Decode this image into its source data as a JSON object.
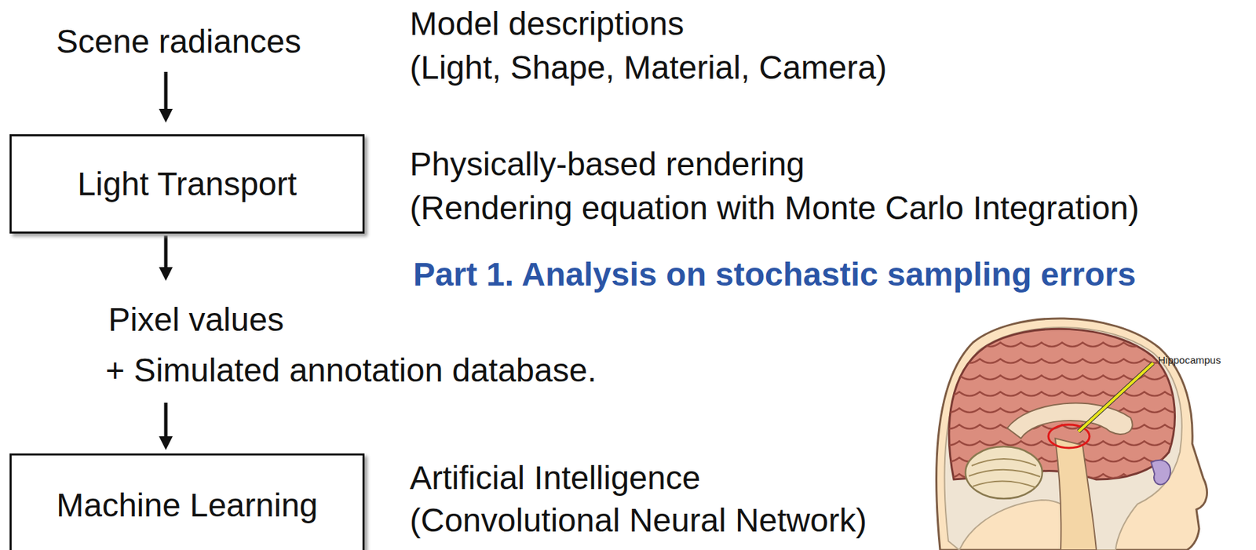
{
  "diagram": {
    "nodes": [
      {
        "text": [
          "Light Transport"
        ]
      },
      {
        "text": [
          "Machine Learning"
        ]
      }
    ],
    "labels": [
      "Scene radiances",
      "Model descriptions",
      "(Light, Shape, Material, Camera)",
      "Physically-based rendering",
      "(Rendering equation with Monte Carlo Integration)",
      "Part 1. Analysis on stochastic sampling errors",
      "Pixel values",
      "+ Simulated annotation database.",
      "Artificial Intelligence",
      "(Convolutional Neural Network)",
      "Hippocampus"
    ]
  }
}
